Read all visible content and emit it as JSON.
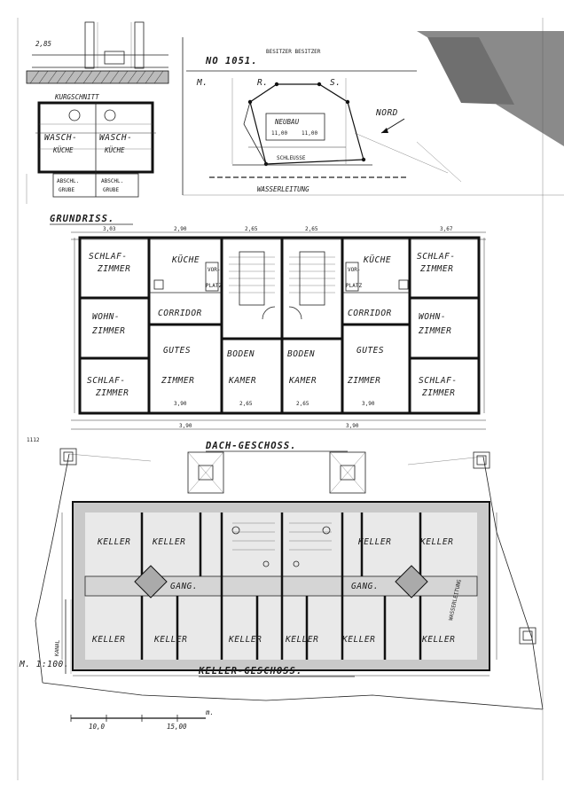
{
  "sheet": {
    "top_left_dim": "2,85",
    "section_label": "KURGSCHNITT",
    "section_rooms": [
      "WASCH-",
      "WASCH-",
      "KÜCHE",
      "KÜCHE"
    ],
    "section_bottom": [
      "ABSCHL.",
      "ABSCHL.",
      "GRUBE",
      "GRUBE"
    ],
    "site_plan": {
      "number": "NO 1051.",
      "owner_label": "BESITZER BESITZER",
      "letters": [
        "M.",
        "R.",
        "S."
      ],
      "building": "NEUBAU",
      "dims": [
        "11,00",
        "11,00"
      ],
      "road": "SCHLEUSSE",
      "water": "WASSERLEITUNG",
      "north": "NORD"
    },
    "ground_floor": {
      "title": "GRUNDRISS.",
      "rooms": [
        "SCHLAF-",
        "ZIMMER",
        "KÜCHE",
        "VOR-",
        "PLATZ",
        "CORRIDOR",
        "WOHN-",
        "ZIMMER",
        "GUTES",
        "ZIMMER",
        "BODEN",
        "KAMER",
        "SCHLAF-",
        "ZIMMER"
      ],
      "dims": [
        "3,03",
        "2,90",
        "2,65",
        "2,65",
        "3,67",
        "3,90",
        "3,90",
        "3,90",
        "3,90",
        "2,65",
        "2,65"
      ]
    },
    "attic_title": "DACH-GESCHOSS.",
    "basement": {
      "title": "KELLER-GESCHOSS.",
      "rooms": [
        "KELLER",
        "KELLER",
        "GANG.",
        "KELLER",
        "KELLER",
        "KELLER",
        "KELLER"
      ],
      "side_labels": [
        "WASSERLEITUNG",
        "KANAL"
      ]
    },
    "scale": "M. 1:100.",
    "scale_bar": [
      "10,0",
      "15,00",
      "m."
    ],
    "margin_mark": "1112"
  }
}
